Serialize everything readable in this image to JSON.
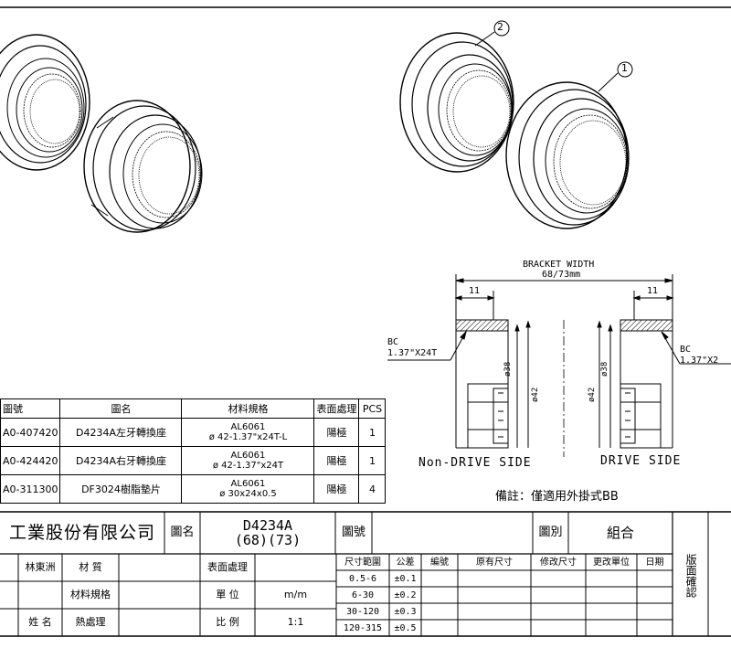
{
  "parts_table": {
    "headers": [
      "圖號",
      "圖名",
      "材料規格",
      "表面處理",
      "PCS"
    ],
    "rows": [
      {
        "no": "A0-407420",
        "name": "D4234A左牙轉換座",
        "spec_l1": "AL6061",
        "spec_l2": "ø 42-1.37\"x24T-L",
        "finish": "陽極",
        "pcs": "1"
      },
      {
        "no": "A0-424420",
        "name": "D4234A右牙轉換座",
        "spec_l1": "AL6061",
        "spec_l2": "ø 42-1.37\"x24T",
        "finish": "陽極",
        "pcs": "1"
      },
      {
        "no": "A0-311300",
        "name": "DF3024樹脂墊片",
        "spec_l1": "AL6061",
        "spec_l2": "ø 30x24x0.5",
        "finish": "陽極",
        "pcs": "4"
      }
    ]
  },
  "drawing": {
    "balloons": [
      "2",
      "1"
    ],
    "bracket_label": "BRACKET WIDTH",
    "bracket_value": "68/73mm",
    "dim_left": "11",
    "dim_right": "11",
    "bc_label_left": "BC",
    "bc_value_left": "1.37\"X24T",
    "bc_label_right": "BC",
    "bc_value_right": "1.37\"X2",
    "dia_thread": "ø38",
    "dia_outer": "ø42",
    "non_drive_label": "Non-DRIVE SIDE",
    "drive_label": "DRIVE SIDE",
    "note": "備註：僅適用外掛式BB"
  },
  "title_block": {
    "company": "工業股份有限公司",
    "drawing_name_label": "圖名",
    "drawing_name_l1": "D4234A",
    "drawing_name_l2": "(68)(73)",
    "drawing_no_label": "圖號",
    "category_label": "圖別",
    "category_value": "組合",
    "side_label": "版面確認",
    "staff_1": "林東洲",
    "name_label": "姓 名",
    "material_label": "材 質",
    "material_spec_label": "材料規格",
    "heat_label": "熱處理",
    "surface_label": "表面處理",
    "unit_label": "單 位",
    "unit_value": "m/m",
    "scale_label": "比 例",
    "scale_value": "1:1",
    "tolerance_headers": [
      "尺寸範圍",
      "公差"
    ],
    "tolerances": [
      {
        "range": "0.5-6",
        "tol": "±0.1"
      },
      {
        "range": "6-30",
        "tol": "±0.2"
      },
      {
        "range": "30-120",
        "tol": "±0.3"
      },
      {
        "range": "120-315",
        "tol": "±0.5"
      }
    ],
    "revision_headers": [
      "編號",
      "原有尺寸",
      "修改尺寸",
      "更改單位",
      "日期"
    ]
  }
}
